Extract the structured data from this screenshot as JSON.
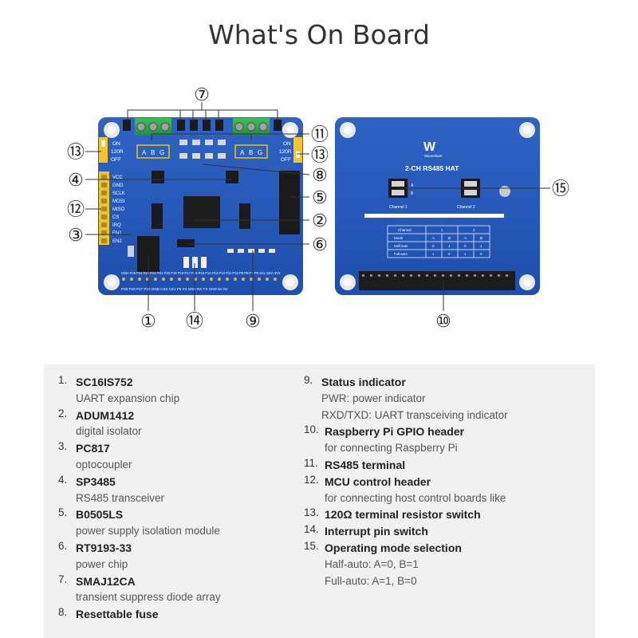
{
  "title": "What's On Board",
  "board_front": {
    "pin_labels_left": [
      "ON",
      "120R",
      "OFF"
    ],
    "pin_labels_right": [
      "ON",
      "120R",
      "OFF"
    ],
    "mcu_pins": [
      "VCC",
      "GND",
      "SCLK",
      "MOSI",
      "MISO",
      "CS",
      "IRQ",
      "EN1",
      "EN2"
    ],
    "terminal_letters_1": [
      "A",
      "B",
      "G"
    ],
    "terminal_letters_2": [
      "A",
      "B",
      "G"
    ],
    "gpio_top": "GND P25 P24 P23 P22 P21 P20 P19 P18 P17 P16 P15 P14 P13 P12 P11 P10 P9 P8 P7 P6 SCL SDA 3V3",
    "gpio_bottom": "P29 P28 P27 P26 GND CE0 CE1 P5 P4 GND RX TX GND 5V 5V"
  },
  "board_back": {
    "brand": "Waveshare",
    "board_name": "2-CH RS485 HAT",
    "channel_1": "Channel 1",
    "channel_2": "Channel 2",
    "table_header": [
      "Channel",
      "1",
      "2"
    ],
    "table_sub": [
      "Mode",
      "A",
      "B",
      "A",
      "B"
    ],
    "table_rows": [
      [
        "Half-auto",
        "0",
        "1",
        "0",
        "1"
      ],
      [
        "Full-auto",
        "1",
        "0",
        "1",
        "0"
      ]
    ],
    "switch_letters": [
      "A",
      "B"
    ]
  },
  "callouts": [
    "⑦",
    "⑪",
    "⑬",
    "⑬",
    "⑧",
    "④",
    "⑤",
    "⑫",
    "②",
    "③",
    "⑥",
    "①",
    "⑭",
    "⑨",
    "⑮",
    "⑩"
  ],
  "items": [
    {
      "num": "1.",
      "name": "SC16IS752",
      "desc": "UART expansion chip"
    },
    {
      "num": "2.",
      "name": "ADUM1412",
      "desc": "digital isolator"
    },
    {
      "num": "3.",
      "name": "PC817",
      "desc": "optocoupler"
    },
    {
      "num": "4.",
      "name": "SP3485",
      "desc": "RS485 transceiver"
    },
    {
      "num": "5.",
      "name": "B0505LS",
      "desc": "power supply isolation module"
    },
    {
      "num": "6.",
      "name": "RT9193-33",
      "desc": "power chip"
    },
    {
      "num": "7.",
      "name": "SMAJ12CA",
      "desc": "transient suppress diode array"
    },
    {
      "num": "8.",
      "name": "Resettable fuse",
      "desc": ""
    },
    {
      "num": "9.",
      "name": "Status indicator",
      "desc": "PWR: power indicator",
      "desc2": "RXD/TXD: UART transceiving indicator"
    },
    {
      "num": "10.",
      "name": "Raspberry Pi GPIO header",
      "desc": "for connecting Raspberry Pi"
    },
    {
      "num": "11.",
      "name": "RS485 terminal",
      "desc": ""
    },
    {
      "num": "12.",
      "name": "MCU control header",
      "desc": "for connecting host control boards like"
    },
    {
      "num": "13.",
      "name": "120Ω terminal resistor switch",
      "desc": ""
    },
    {
      "num": "14.",
      "name": "Interrupt pin switch",
      "desc": ""
    },
    {
      "num": "15.",
      "name": "Operating mode selection",
      "desc": "Half-auto: A=0, B=1",
      "desc2": "Full-auto: A=1, B=0"
    }
  ]
}
